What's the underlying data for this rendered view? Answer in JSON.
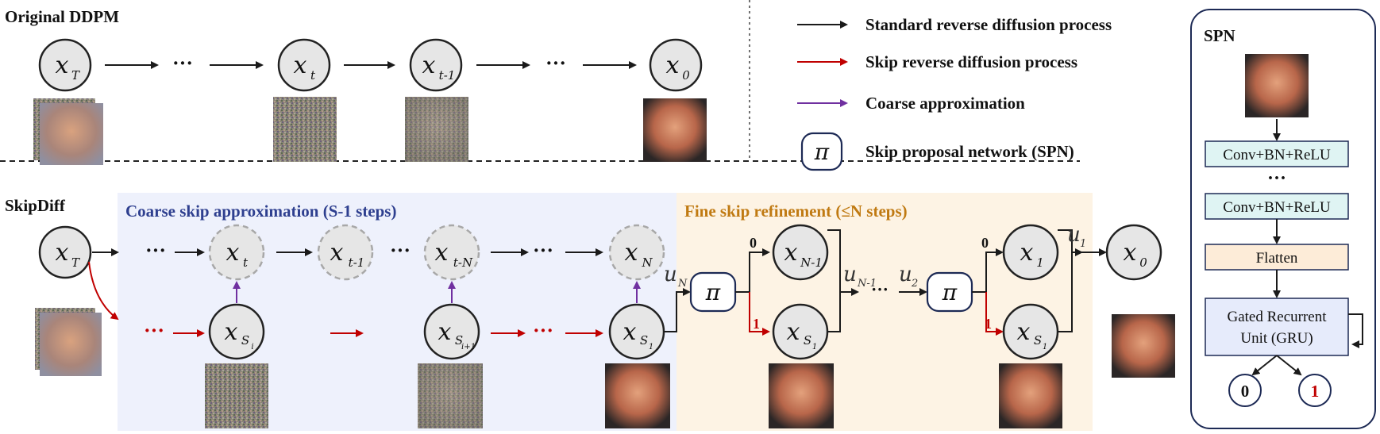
{
  "sections": {
    "original": "Original DDPM",
    "skipdiff": "SkipDiff",
    "coarse": "Coarse skip approximation (S-1 steps)",
    "fine": "Fine skip refinement (≤N steps)",
    "spn": "SPN"
  },
  "legend": {
    "standard": "Standard reverse diffusion process",
    "skip": "Skip reverse diffusion process",
    "coarse": "Coarse approximation",
    "spn": "Skip proposal network (SPN)",
    "pi": "π"
  },
  "colors": {
    "standard": "#1a1a1a",
    "skip": "#c00000",
    "coarse": "#7030a0",
    "coarse_bg": "#eef1fc",
    "fine_bg": "#fdf3e4",
    "coarse_title": "#2e3f8f",
    "fine_title": "#c07a12"
  },
  "ellipsis": "···",
  "top_nodes": {
    "xT": {
      "main": "x",
      "sub": "T"
    },
    "xt": {
      "main": "x",
      "sub": "t"
    },
    "xt1": {
      "main": "x",
      "sub": "t-1"
    },
    "x0": {
      "main": "x",
      "sub": "0"
    }
  },
  "bottom_nodes": {
    "xT": {
      "main": "x",
      "sub": "T"
    },
    "xt": {
      "main": "x",
      "sub": "t"
    },
    "xt1": {
      "main": "x",
      "sub": "t-1"
    },
    "xtN": {
      "main": "x",
      "sub": "t-N"
    },
    "xN": {
      "main": "x",
      "sub": "N"
    },
    "xSi": {
      "main": "x",
      "sub": "S",
      "subsub": "i"
    },
    "xSi1": {
      "main": "x",
      "sub": "S",
      "subsub": "i+1"
    },
    "xS1": {
      "main": "x",
      "sub": "S",
      "subsub": "1"
    },
    "xN1": {
      "main": "x",
      "sub": "N-1"
    },
    "xS1b": {
      "main": "x",
      "sub": "S",
      "subsub": "1"
    },
    "x1": {
      "main": "x",
      "sub": "1"
    },
    "xS1c": {
      "main": "x",
      "sub": "S",
      "subsub": "1"
    },
    "x0": {
      "main": "x",
      "sub": "0"
    }
  },
  "u_labels": {
    "uN": {
      "main": "u",
      "sub": "N"
    },
    "uN1": {
      "main": "u",
      "sub": "N-1"
    },
    "u2": {
      "main": "u",
      "sub": "2"
    },
    "u1": {
      "main": "u",
      "sub": "1"
    }
  },
  "branch_labels": {
    "zero": "0",
    "one": "1"
  },
  "spn": {
    "layer1": "Conv+BN+ReLU",
    "ellipsis": "···",
    "layer2": "Conv+BN+ReLU",
    "flatten": "Flatten",
    "gru_line1": "Gated Recurrent",
    "gru_line2": "Unit (GRU)",
    "out0": "0",
    "out1": "1"
  }
}
